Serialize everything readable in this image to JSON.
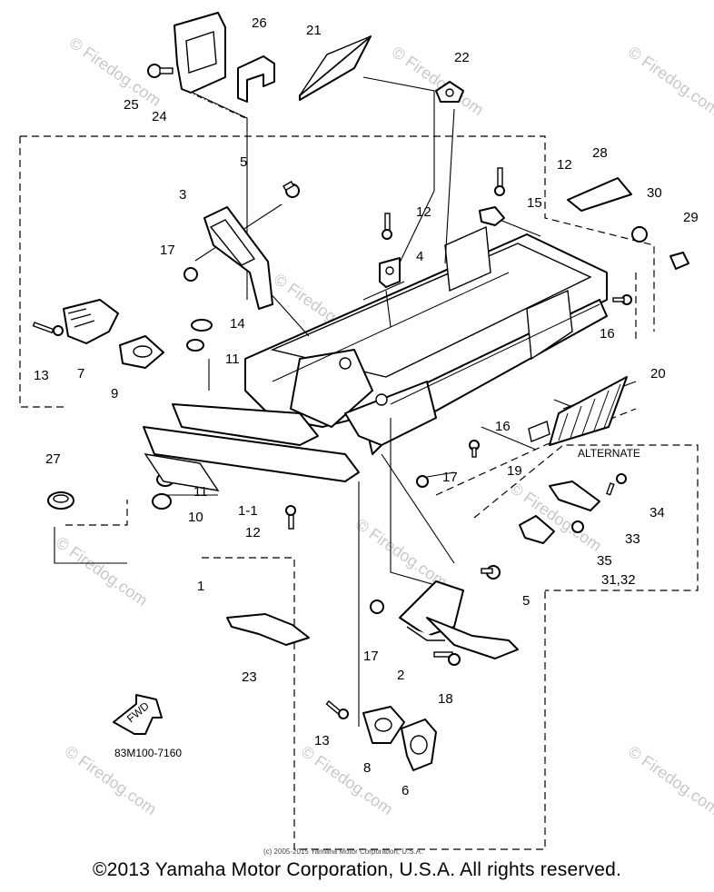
{
  "callouts": {
    "c1": "1",
    "c1_1": "1-1",
    "c2": "2",
    "c3": "3",
    "c4": "4",
    "c5a": "5",
    "c5b": "5",
    "c6": "6",
    "c7": "7",
    "c8": "8",
    "c9": "9",
    "c10": "10",
    "c11a": "11",
    "c11b": "11",
    "c12a": "12",
    "c12b": "12",
    "c12c": "12",
    "c13a": "13",
    "c13b": "13",
    "c14": "14",
    "c15": "15",
    "c16a": "16",
    "c16b": "16",
    "c17a": "17",
    "c17b": "17",
    "c17c": "17",
    "c18": "18",
    "c19": "19",
    "c20": "20",
    "c21": "21",
    "c22": "22",
    "c23": "23",
    "c24": "24",
    "c25": "25",
    "c26": "26",
    "c27": "27",
    "c28": "28",
    "c29": "29",
    "c30": "30",
    "c31_32": "31,32",
    "c33": "33",
    "c34": "34",
    "c35": "35"
  },
  "alternate_label": "ALTERNATE",
  "fwd_label": "FWD",
  "part_code": "83M100-7160",
  "inner_credit": "(c) 2005-2015 Yamaha Motor Corporation, U.S.A.",
  "watermark": "© Firedog.com",
  "copyright": "©2013 Yamaha Motor Corporation, U.S.A. All rights reserved."
}
